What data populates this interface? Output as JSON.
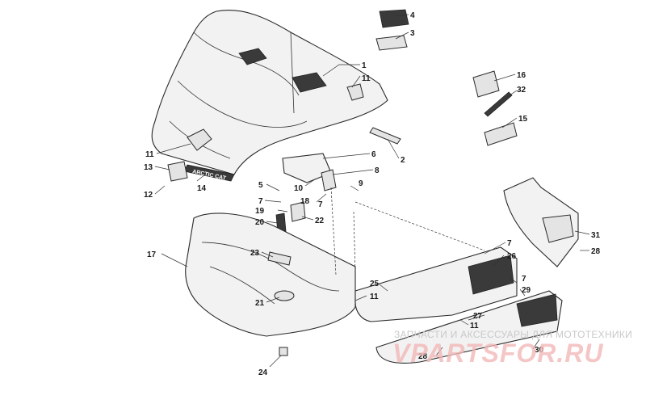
{
  "decal_text": "ARCTIC CAT",
  "watermark": {
    "text": "ЗАПЧАСТИ И АКСЕССУАРЫ ДЛЯ МОТОТЕХНИКИ",
    "logo": "VPARTSFOR.RU"
  },
  "callouts": [
    "1",
    "2",
    "3",
    "4",
    "5",
    "6",
    "7",
    "7",
    "7",
    "7",
    "8",
    "9",
    "10",
    "11",
    "11",
    "11",
    "11",
    "12",
    "13",
    "14",
    "15",
    "16",
    "17",
    "18",
    "19",
    "20",
    "21",
    "22",
    "23",
    "24",
    "25",
    "26",
    "27",
    "28",
    "28",
    "29",
    "30",
    "31",
    "32"
  ]
}
